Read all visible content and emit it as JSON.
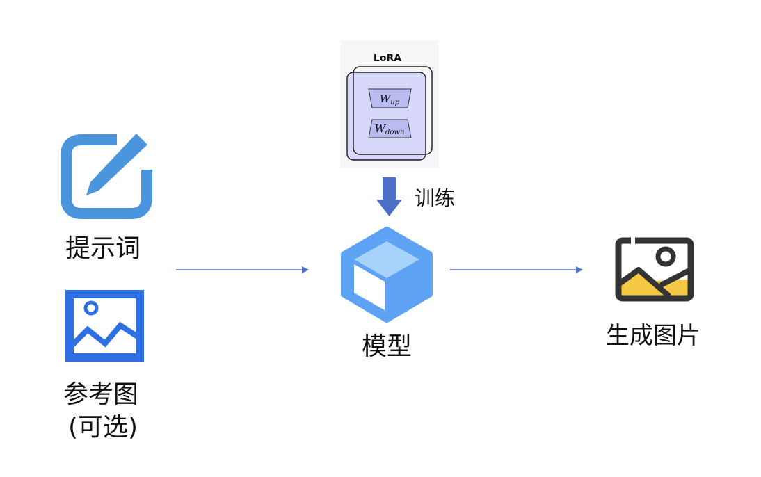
{
  "lora": {
    "title": "LoRA",
    "w_up_base": "W",
    "w_up_sub": "up",
    "w_down_base": "W",
    "w_down_sub": "down"
  },
  "labels": {
    "train": "训练",
    "prompt": "提示词",
    "reference_line1": "参考图",
    "reference_line2": "(可选)",
    "model": "模型",
    "output": "生成图片"
  },
  "icons": {
    "prompt": "edit-icon",
    "reference": "image-icon",
    "model": "cube-icon",
    "output": "picture-icon",
    "train": "down-arrow-icon"
  },
  "colors": {
    "edit_blue": "#4A95DB",
    "reference_blue": "#2E6FE4",
    "cube_dark": "#5EA3F3",
    "cube_top": "#A6D2FB",
    "cube_front": "#FFFFFF",
    "train_arrow": "#4D6EC6",
    "flow_arrow": "#5170C7",
    "lora_fill": "#D8D9FA",
    "lora_panel": "#F6F6F8",
    "picture_yellow": "#F4C842",
    "picture_dark": "#333333"
  }
}
